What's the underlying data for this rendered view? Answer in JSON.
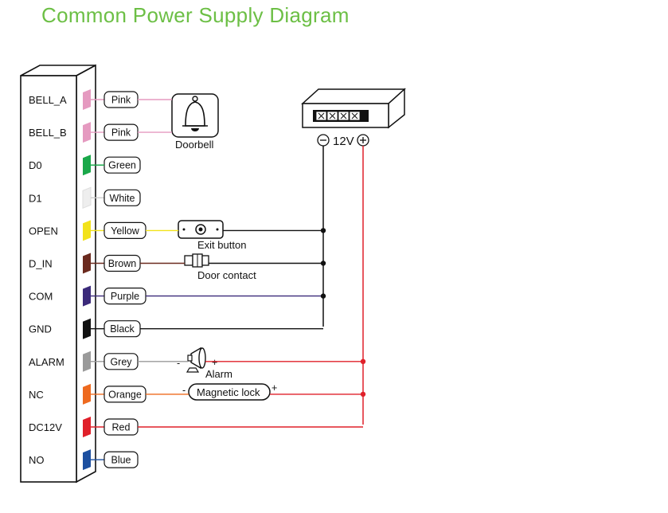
{
  "title": "Common Power Supply Diagram",
  "pins": [
    {
      "pin": "BELL_A",
      "wire": "Pink",
      "color": "#e59ac0"
    },
    {
      "pin": "BELL_B",
      "wire": "Pink",
      "color": "#e59ac0"
    },
    {
      "pin": "D0",
      "wire": "Green",
      "color": "#1aa84a"
    },
    {
      "pin": "D1",
      "wire": "White",
      "color": "#eeeeee"
    },
    {
      "pin": "OPEN",
      "wire": "Yellow",
      "color": "#f2e21a"
    },
    {
      "pin": "D_IN",
      "wire": "Brown",
      "color": "#6b2a1e"
    },
    {
      "pin": "COM",
      "wire": "Purple",
      "color": "#3b2a7a"
    },
    {
      "pin": "GND",
      "wire": "Black",
      "color": "#111111"
    },
    {
      "pin": "ALARM",
      "wire": "Grey",
      "color": "#9a9a9a"
    },
    {
      "pin": "NC",
      "wire": "Orange",
      "color": "#ee6a1f"
    },
    {
      "pin": "DC12V",
      "wire": "Red",
      "color": "#e0202a"
    },
    {
      "pin": "NO",
      "wire": "Blue",
      "color": "#1c4fa0"
    }
  ],
  "devices": {
    "doorbell": "Doorbell",
    "exit_button": "Exit button",
    "door_contact": "Door contact",
    "alarm": "Alarm",
    "magnetic_lock": "Magnetic lock",
    "power_supply": "12V",
    "minus": "−",
    "plus": "+",
    "alarm_minus": "-",
    "alarm_plus": "+",
    "lock_minus": "-",
    "lock_plus": "+"
  },
  "colors": {
    "title": "#6cbf45",
    "positive_wire": "#e0202a",
    "negative_wire": "#111111"
  }
}
